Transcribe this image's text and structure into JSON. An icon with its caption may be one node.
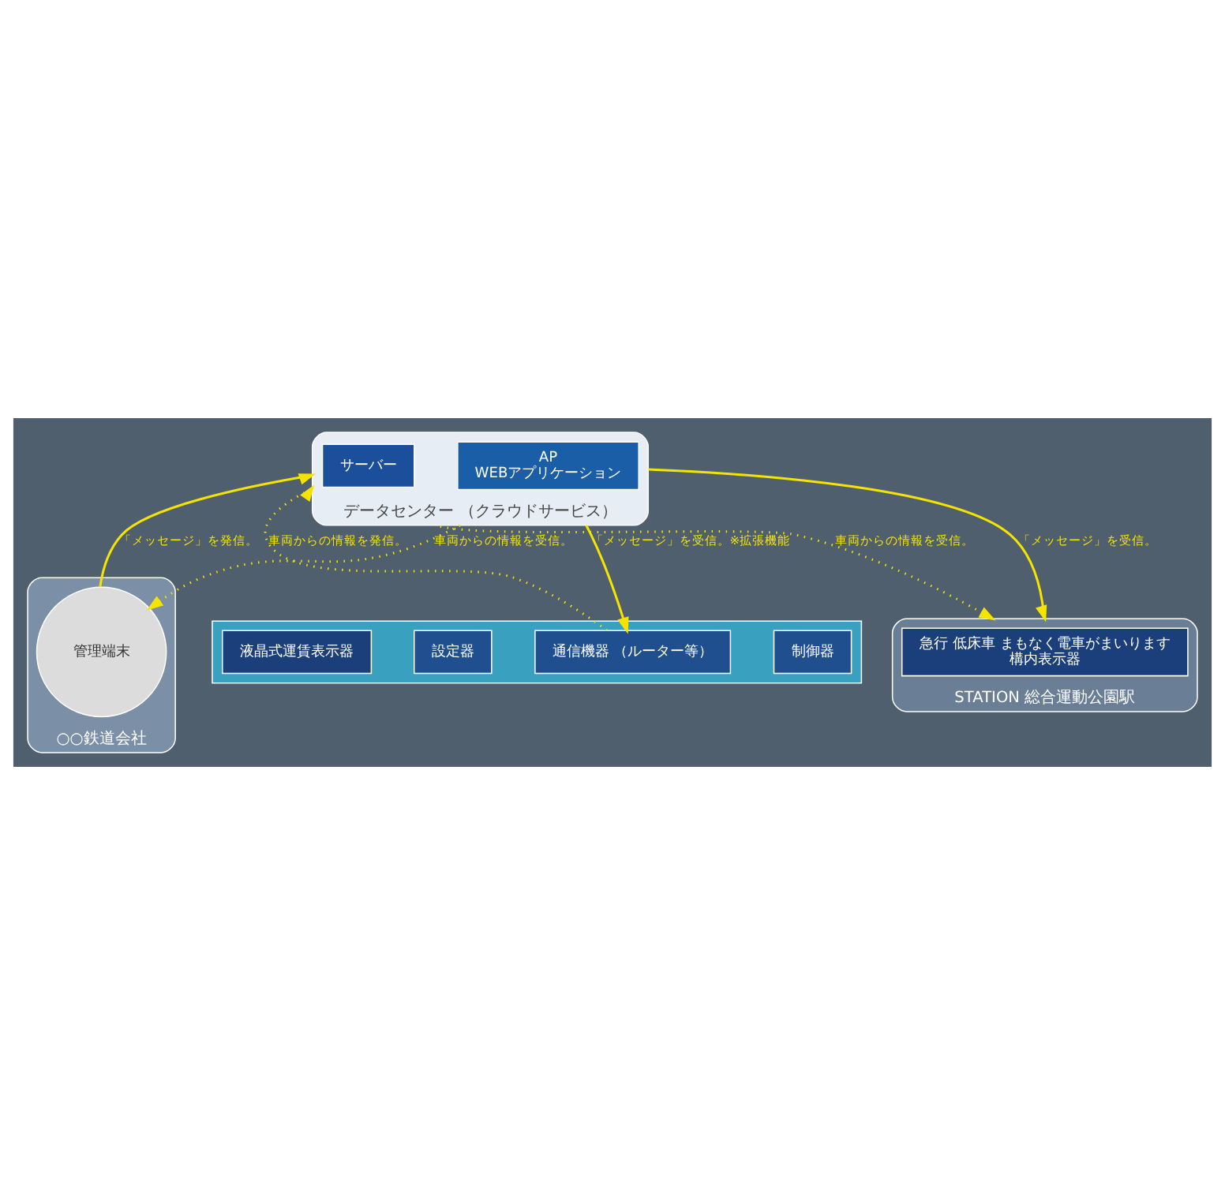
{
  "diagram": {
    "nodes": [
      {
        "text": [
          "データセンター （クラウドサービス）"
        ]
      },
      {
        "text": [
          "サーバー"
        ],
        "in": 0
      },
      {
        "text": [
          "AP",
          "WEBアプリケーション"
        ],
        "in": 0
      },
      {
        "text": [
          "○○鉄道会社"
        ]
      },
      {
        "text": [
          "管理端末"
        ],
        "in": 3
      },
      {
        "text": [],
        "shape": "picture"
      },
      {
        "text": [
          "制御器"
        ],
        "in": 5
      },
      {
        "text": [
          "通信機器 （ルーター等）"
        ],
        "in": 5
      },
      {
        "text": [
          "設定器"
        ],
        "in": 5
      },
      {
        "text": [
          "液晶式運賃表示器"
        ],
        "in": 5
      },
      {
        "text": [
          "STATION 総合運動公園駅"
        ]
      },
      {
        "text": [
          "急行 低床車 まもなく電車がまいります",
          "構内表示器"
        ],
        "in": 10
      }
    ],
    "edges": [
      {
        "from": 4,
        "to": 0,
        "arrow": "to",
        "label": "「メッセージ」を発信。"
      },
      {
        "from": 0,
        "to": 4,
        "arrow": "to",
        "label": "車両からの情報を受信。",
        "style": "dashed"
      },
      {
        "from": 7,
        "to": 0,
        "arrow": "to",
        "label": "車両からの情報を発信。",
        "style": "dashed"
      },
      {
        "from": 0,
        "to": 7,
        "arrow": "to",
        "label": "「メッセージ」を受信。※拡張機能"
      },
      {
        "from": 0,
        "to": 10,
        "arrow": "to",
        "label": "車両からの情報を受信。",
        "style": "dashed"
      },
      {
        "from": 0,
        "to": 10,
        "arrow": "to",
        "label": "「メッセージ」を受信。"
      }
    ]
  }
}
